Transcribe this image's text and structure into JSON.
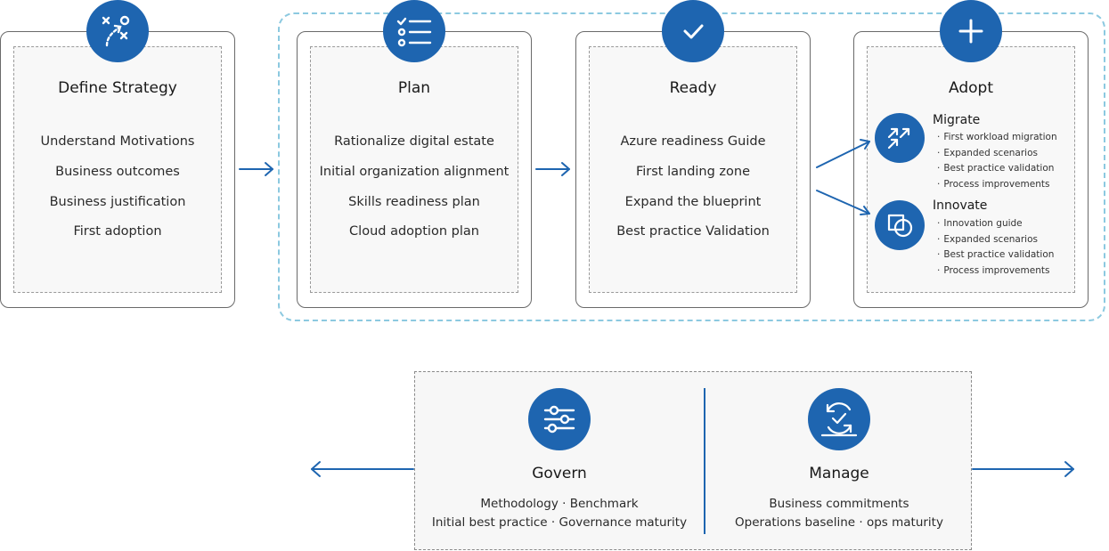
{
  "stages": {
    "define_strategy": {
      "title": "Define Strategy",
      "icon": "strategy-play-icon",
      "items": [
        "Understand Motivations",
        "Business outcomes",
        "Business justification",
        "First adoption"
      ]
    },
    "plan": {
      "title": "Plan",
      "icon": "checklist-icon",
      "items": [
        "Rationalize digital estate",
        "Initial organization alignment",
        "Skills readiness plan",
        "Cloud adoption plan"
      ]
    },
    "ready": {
      "title": "Ready",
      "icon": "checkmark-icon",
      "items": [
        "Azure readiness Guide",
        "First landing zone",
        "Expand the blueprint",
        "Best practice Validation"
      ]
    },
    "adopt": {
      "title": "Adopt",
      "icon": "plus-icon",
      "migrate": {
        "title": "Migrate",
        "icon": "migrate-arrows-icon",
        "items": [
          "First workload migration",
          "Expanded scenarios",
          "Best practice validation",
          "Process improvements"
        ]
      },
      "innovate": {
        "title": "Innovate",
        "icon": "innovate-shapes-icon",
        "items": [
          "Innovation guide",
          "Expanded scenarios",
          "Best practice validation",
          "Process improvements"
        ]
      }
    }
  },
  "govern": {
    "title": "Govern",
    "icon": "sliders-icon",
    "line1": "Methodology · Benchmark",
    "line2": "Initial best practice · Governance maturity"
  },
  "manage": {
    "title": "Manage",
    "icon": "cycle-check-icon",
    "line1": "Business commitments",
    "line2": "Operations baseline · ops maturity"
  },
  "colors": {
    "accent": "#1e65b0",
    "group_outline": "#8cc9e0",
    "card_border": "#6a6a6a",
    "inner_fill": "#f8f8f8"
  }
}
